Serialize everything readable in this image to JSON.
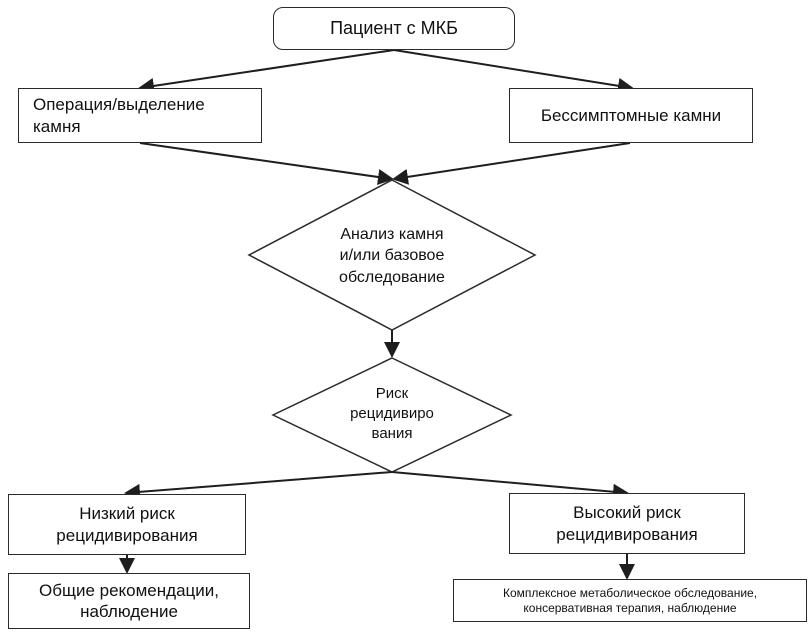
{
  "diagram": {
    "start_node": "Пациент с МКБ",
    "branch_left": "Операция/выделение камня",
    "branch_right": "Бессимптомные камни",
    "decision_analysis": "Анализ камня\nи/или базовое\nобследование",
    "decision_risk": "Риск\nрецидивиро\nвания",
    "low_risk": "Низкий риск рецидивирования",
    "high_risk": "Высокий риск рецидивирования",
    "low_risk_action": "Общие рекомендации, наблюдение",
    "high_risk_action": "Комплексное метаболическое обследование, консервативная терапия, наблюдение"
  },
  "colors": {
    "stroke": "#2b2b2b",
    "fill": "#ffffff",
    "text": "#111111"
  }
}
